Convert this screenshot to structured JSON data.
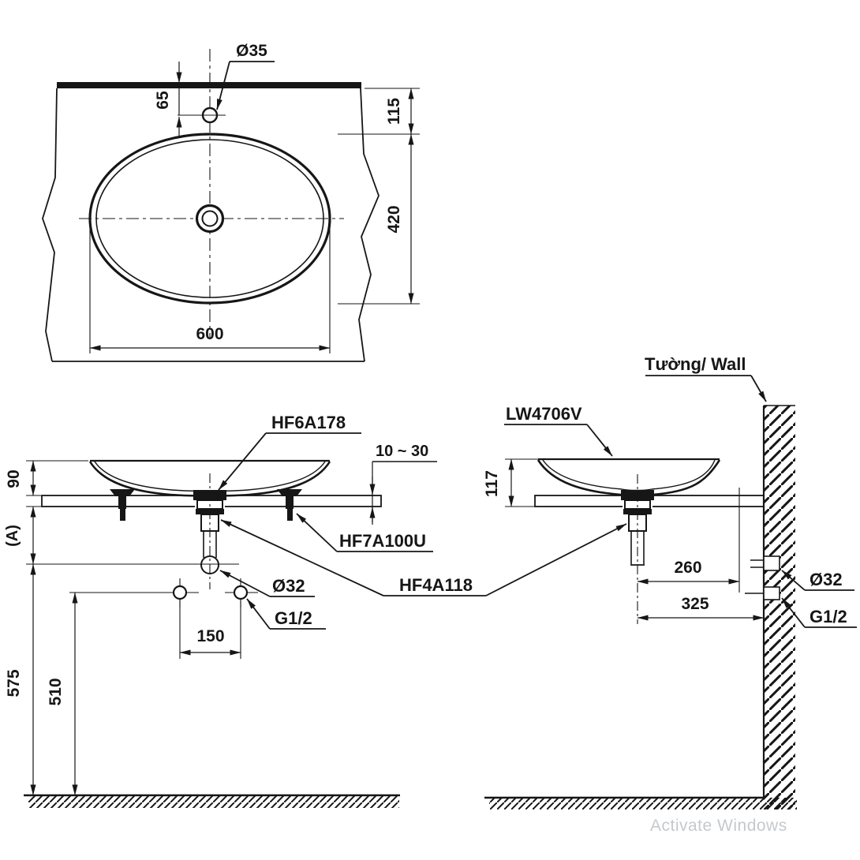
{
  "colors": {
    "ink": "#161616",
    "watermark": "#c5c9cd",
    "background": "#ffffff"
  },
  "views": {
    "top": {
      "faucet_hole_diameter": "Ø35",
      "faucet_hole_offset": "65",
      "edge_to_basin": "115",
      "basin_depth": "420",
      "basin_width": "600"
    },
    "front": {
      "height_above_counter": "90",
      "adjustable_height": "(A)",
      "counter_thickness": "10 ~ 30",
      "drain_pipe_diameter": "Ø32",
      "supply_thread": "G1/2",
      "supply_spacing": "150",
      "supply_height": "510",
      "drain_outlet_height": "575"
    },
    "side": {
      "basin_height": "117",
      "drain_to_point": "260",
      "drain_to_wall": "325",
      "wall_drain_diameter": "Ø32",
      "wall_supply_thread": "G1/2"
    }
  },
  "labels": {
    "wall": "Tường/ Wall",
    "faucet_model": "HF6A178",
    "basin_model": "LW4706V",
    "fixing_kit_model": "HF7A100U",
    "drain_fitting_model": "HF4A118"
  },
  "watermark": "Activate Windows"
}
